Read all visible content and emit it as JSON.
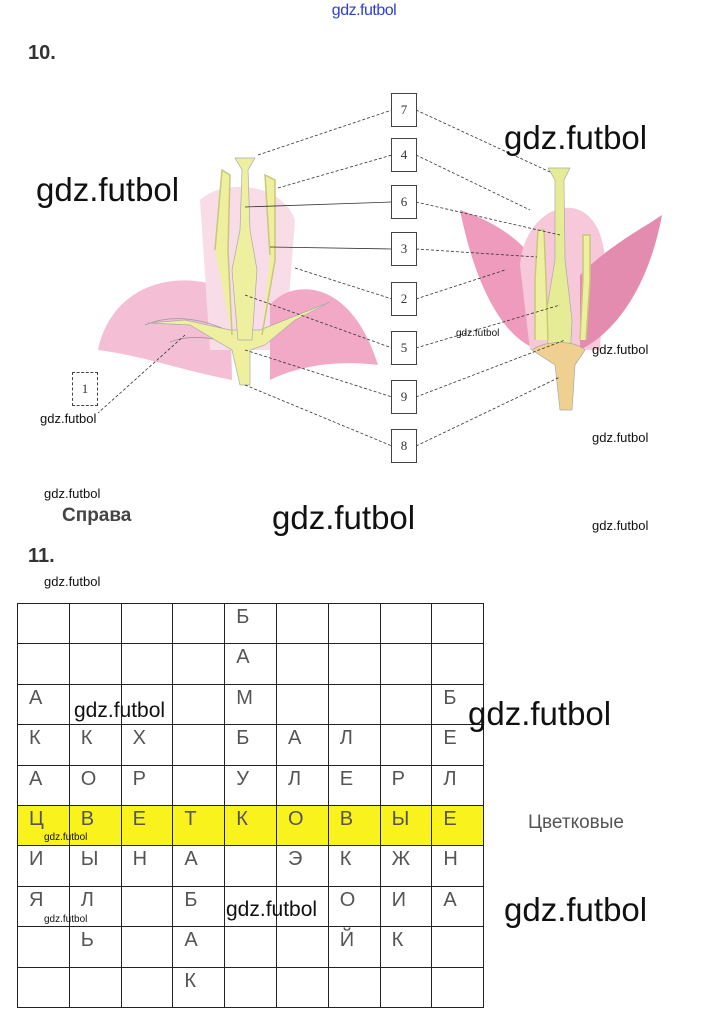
{
  "watermark_text": "gdz.futbol",
  "task10": {
    "number": "10.",
    "labels": [
      "7",
      "4",
      "6",
      "3",
      "2",
      "5",
      "9",
      "8",
      "1"
    ],
    "answer": "Справа"
  },
  "task11": {
    "number": "11.",
    "grid": [
      [
        "",
        "",
        "",
        "",
        "Б",
        "",
        "",
        "",
        ""
      ],
      [
        "",
        "",
        "",
        "",
        "А",
        "",
        "",
        "",
        ""
      ],
      [
        "А",
        "",
        "",
        "",
        "М",
        "",
        "",
        "",
        "Б"
      ],
      [
        "К",
        "К",
        "Х",
        "",
        "Б",
        "А",
        "Л",
        "",
        "Е"
      ],
      [
        "А",
        "О",
        "Р",
        "",
        "У",
        "Л",
        "Е",
        "Р",
        "Л"
      ],
      [
        "Ц",
        "В",
        "Е",
        "Т",
        "К",
        "О",
        "В",
        "Ы",
        "Е"
      ],
      [
        "И",
        "Ы",
        "Н",
        "А",
        "",
        "Э",
        "К",
        "Ж",
        "Н"
      ],
      [
        "Я",
        "Л",
        "",
        "Б",
        "",
        "",
        "О",
        "И",
        "А"
      ],
      [
        "",
        "Ь",
        "",
        "А",
        "",
        "",
        "Й",
        "К",
        ""
      ],
      [
        "",
        "",
        "",
        "К",
        "",
        "",
        "",
        "",
        ""
      ]
    ],
    "highlight_row": 5,
    "answer": "Цветковые"
  },
  "colors": {
    "highlight": "#f9f21d",
    "petal": "#f2b6cf",
    "pistil": "#eef0a0",
    "watermark_top": "#2b3fd6"
  }
}
